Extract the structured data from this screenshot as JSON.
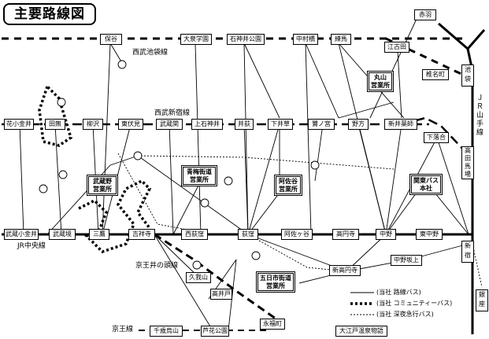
{
  "title": "主要路線図",
  "railway_labels": {
    "seibu_ikebukuro": "西武池袋線",
    "seibu_shinjuku": "西武新宿線",
    "jr_chuo": "JR中央線",
    "keio_inokashira": "京王井の頭線",
    "keio": "京王線",
    "jr_yamanote": "ＪＲ山手線"
  },
  "stations": {
    "akabane": "赤羽",
    "hoya": "保谷",
    "oizumi_gakuen": "大泉学園",
    "shakujii_koen": "石神井公園",
    "nakamurabashi": "中村橋",
    "nerima": "練馬",
    "ekoda": "江古田",
    "ikebukuro": "池袋",
    "shiinamachi": "椎名町",
    "hanakoganei": "花小金井",
    "tanashi": "田無",
    "yagisawa": "柳沢",
    "higashifushimi": "東伏見",
    "musashiseki": "武蔵関",
    "kamishakujii": "上石神井",
    "iogi": "井荻",
    "shimoigusa": "下井草",
    "saginomiya": "鷺ノ宮",
    "nogata": "野方",
    "shin_igo": "新井薬師",
    "shimoochiai": "下落合",
    "takadanobaba": "高田馬場",
    "musashi_koganei": "武蔵小金井",
    "musashi_sakai": "武蔵境",
    "mitaka": "三鷹",
    "kichijoji": "吉祥寺",
    "nishi_ogikubo": "西荻窪",
    "ogikubo": "荻窪",
    "asagaya": "阿佐ヶ谷",
    "koenji": "高円寺",
    "nakano": "中野",
    "higashi_nakano": "東中野",
    "shinjuku": "新宿",
    "nakano_sakaue": "中野坂上",
    "shin_koenji": "新高円寺",
    "kugayama": "久我山",
    "takaido": "高井戸",
    "eifukucho": "永福町",
    "chitose_karasuyama": "千歳烏山",
    "roka_koen": "芦花公園",
    "oedo_onsen": "大江戸温泉物語",
    "ginza": "銀座"
  },
  "offices": {
    "maruyama": "丸山\n営業所",
    "musashino": "武蔵野\n営業所",
    "ome_kaido": "青梅街道\n営業所",
    "asagaya": "阿佐谷\n営業所",
    "kanto_bus_hq": "関東バス\n本社",
    "itsukaichi_kaido": "五日市街道\n営業所"
  },
  "legend": {
    "route_bus": "(当社 路線バス)",
    "community_bus": "(当社 コミュニティーバス)",
    "night_bus": "(当社 深夜急行バス)"
  }
}
